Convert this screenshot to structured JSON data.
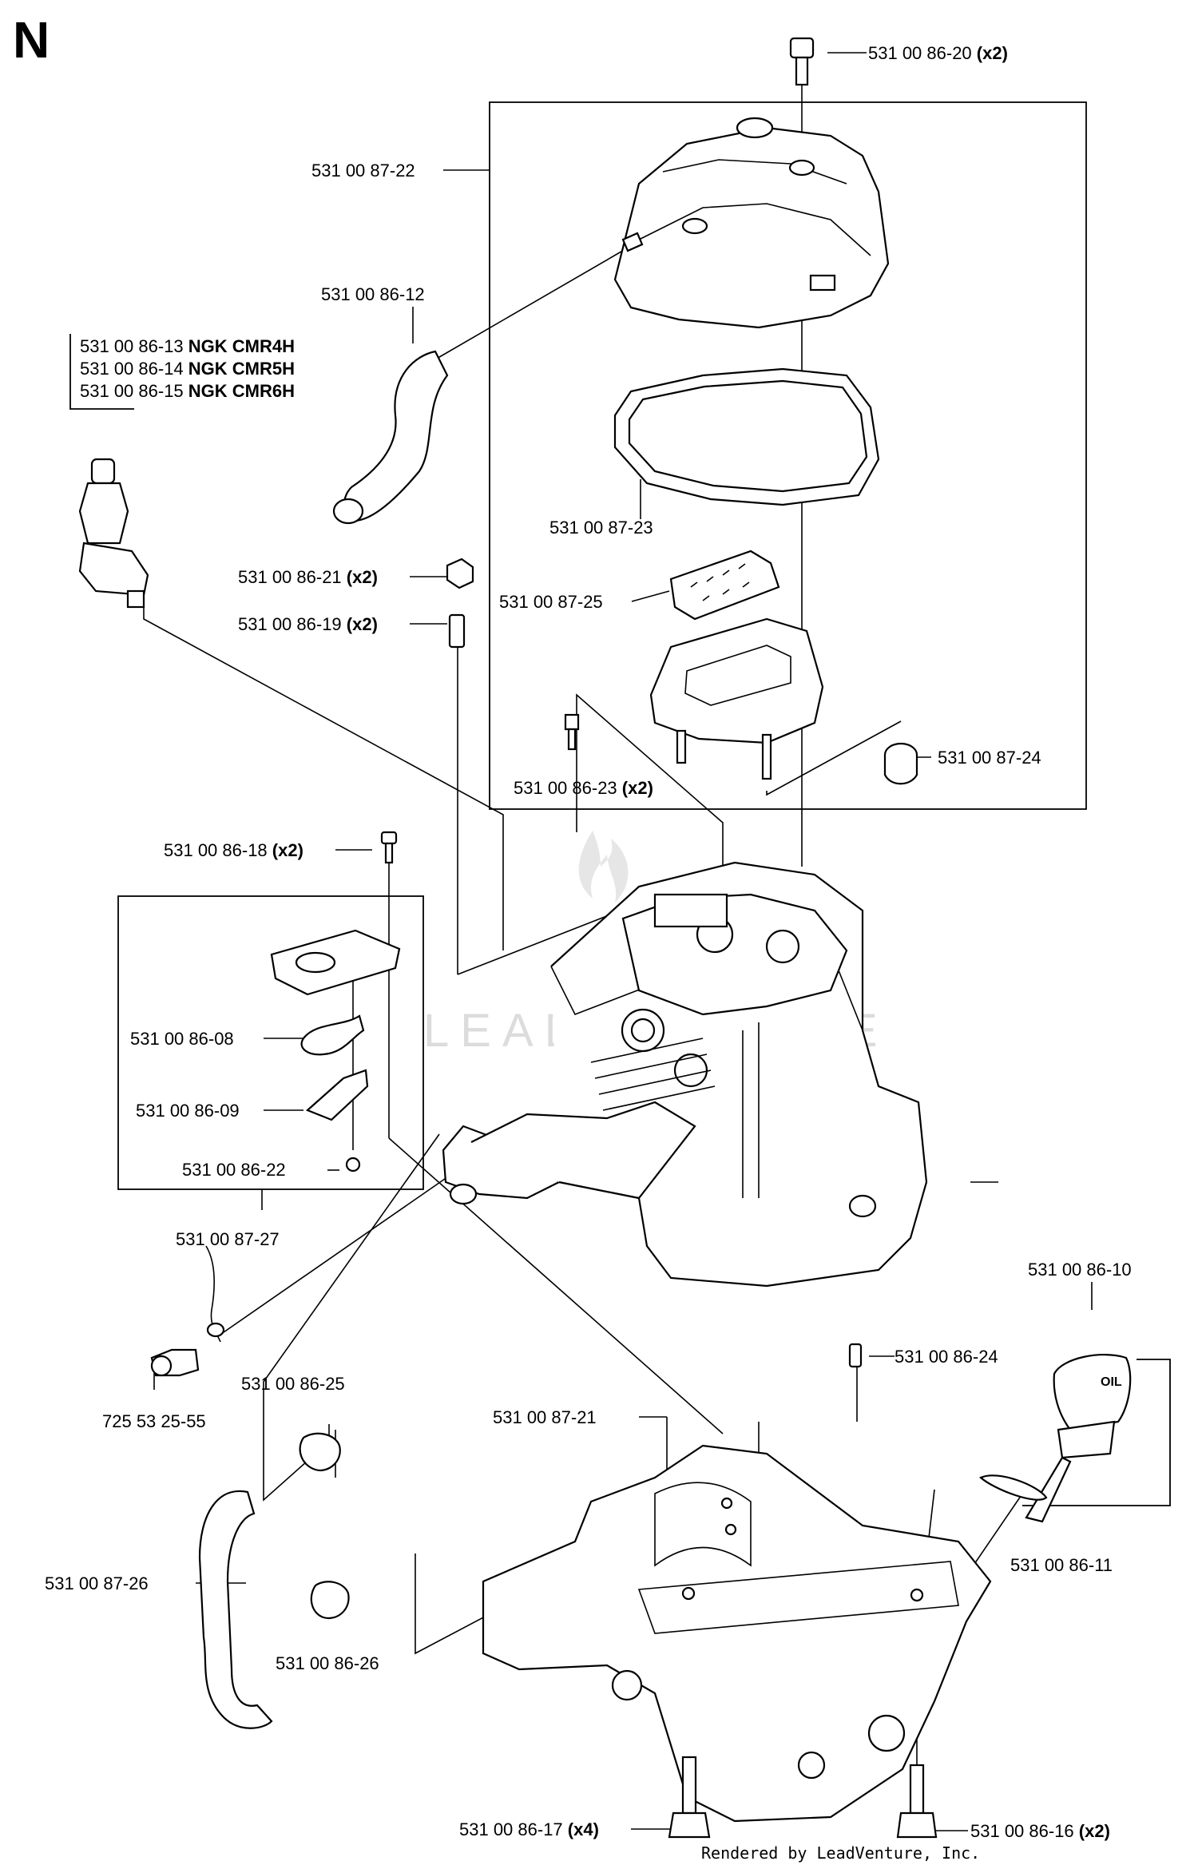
{
  "section_letter": "N",
  "watermark": "LEADVENTURE",
  "footer": "Rendered by LeadVenture, Inc.",
  "callouts": {
    "c1": {
      "part": "531 00 86-20",
      "qty": "(x2)"
    },
    "c2": {
      "part": "531 00 87-22",
      "qty": ""
    },
    "c3": {
      "part": "531 00 86-12",
      "qty": ""
    },
    "c4a": {
      "part": "531 00 86-13",
      "qty": "NGK CMR4H"
    },
    "c4b": {
      "part": "531 00 86-14",
      "qty": "NGK CMR5H"
    },
    "c4c": {
      "part": "531 00 86-15",
      "qty": "NGK CMR6H"
    },
    "c5": {
      "part": "531 00 87-23",
      "qty": ""
    },
    "c6": {
      "part": "531 00 86-21",
      "qty": "(x2)"
    },
    "c7": {
      "part": "531 00 87-25",
      "qty": ""
    },
    "c8": {
      "part": "531 00 86-19",
      "qty": "(x2)"
    },
    "c9": {
      "part": "531 00 86-23",
      "qty": "(x2)"
    },
    "c10": {
      "part": "531 00 87-24",
      "qty": ""
    },
    "c11": {
      "part": "531 00 86-18",
      "qty": "(x2)"
    },
    "c12": {
      "part": "531 00 86-08",
      "qty": ""
    },
    "c13": {
      "part": "531 00 86-09",
      "qty": ""
    },
    "c14": {
      "part": "531 00 86-22",
      "qty": ""
    },
    "c15": {
      "part": "531 00 87-27",
      "qty": ""
    },
    "c16": {
      "part": "531 00 86-10",
      "qty": ""
    },
    "c17": {
      "part": "531 00 86-24",
      "qty": ""
    },
    "c18": {
      "part": "725 53 25-55",
      "qty": ""
    },
    "c19": {
      "part": "531 00 86-25",
      "qty": ""
    },
    "c20": {
      "part": "531 00 87-21",
      "qty": ""
    },
    "c21": {
      "part": "531 00 86-11",
      "qty": ""
    },
    "c22": {
      "part": "531 00 87-26",
      "qty": ""
    },
    "c23": {
      "part": "531 00 86-26",
      "qty": ""
    },
    "c24": {
      "part": "531 00 86-17",
      "qty": "(x4)"
    },
    "c25": {
      "part": "531 00 86-16",
      "qty": "(x2)"
    }
  }
}
